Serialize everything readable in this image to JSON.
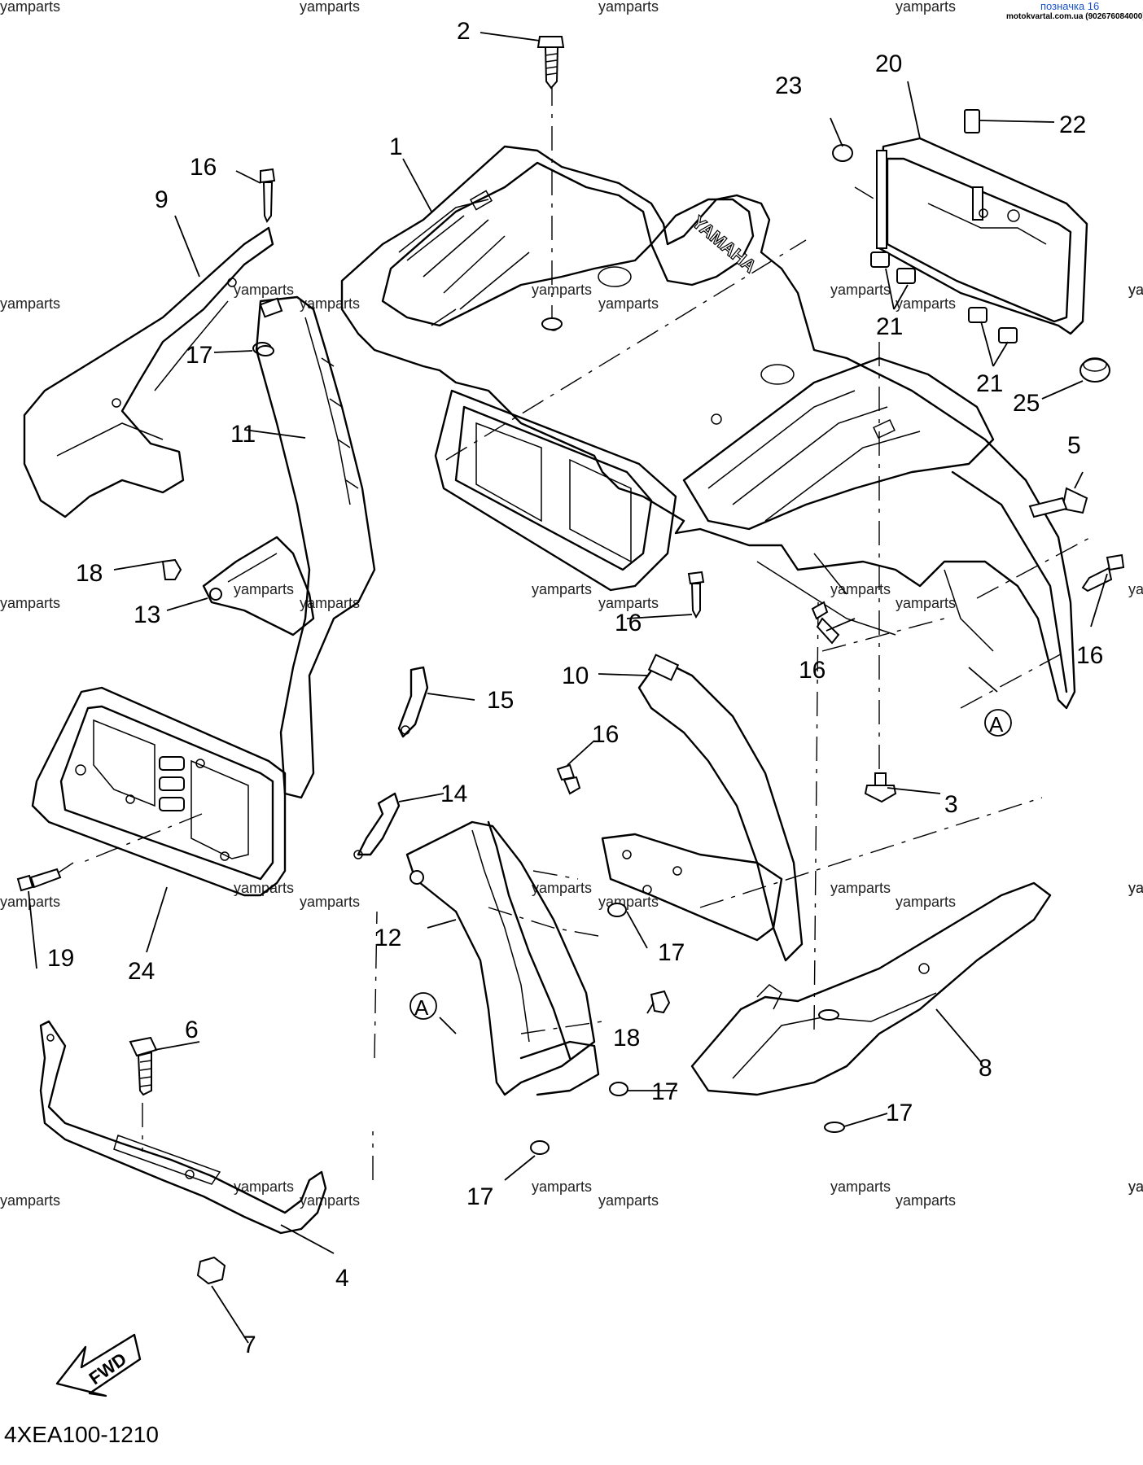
{
  "watermarks": [
    "yamparts",
    "yamparts",
    "yamparts",
    "yamparts",
    "yamparts",
    "yamparts",
    "yamparts",
    "yamparts",
    "yamparts",
    "yamparts",
    "yamparts",
    "yamparts",
    "yamparts",
    "yamparts",
    "yamparts",
    "yamparts",
    "yamparts",
    "yamparts",
    "yamparts",
    "yamparts",
    "yamparts",
    "yamparts",
    "yamparts",
    "yamparts",
    "yamparts",
    "yamparts",
    "yamparts",
    "yamparts",
    "yamparts",
    "yamparts",
    "yamparts",
    "yamparts",
    "yamparts",
    "yamparts",
    "yamparts",
    "yamparts",
    "yamparts",
    "yamparts",
    "yamparts"
  ],
  "note": {
    "tag": "позначка 16",
    "source": "motokvartal.com.ua (902676084000)"
  },
  "callouts": {
    "c1": "1",
    "c2": "2",
    "c3": "3",
    "c4": "4",
    "c5": "5",
    "c6": "6",
    "c7": "7",
    "c8": "8",
    "c9": "9",
    "c10": "10",
    "c11": "11",
    "c12": "12",
    "c13": "13",
    "c14": "14",
    "c15": "15",
    "c16a": "16",
    "c16b": "16",
    "c16c": "16",
    "c16d": "16",
    "c16e": "16",
    "c17a": "17",
    "c17b": "17",
    "c17c": "17",
    "c17d": "17",
    "c17e": "17",
    "c18a": "18",
    "c18b": "18",
    "c19": "19",
    "c20": "20",
    "c21a": "21",
    "c21b": "21",
    "c22": "22",
    "c23": "23",
    "c24": "24",
    "c25": "25",
    "cAa": "A",
    "cAb": "A"
  },
  "fender_logo": "YAMAHA",
  "fwd_label": "FWD",
  "diagram_code": "4XEA100-1210"
}
